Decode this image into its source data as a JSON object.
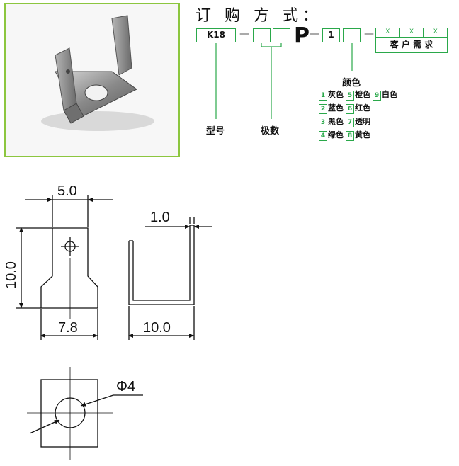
{
  "order": {
    "title": "订 购 方 式：",
    "model_code": "K18",
    "poles_label": "极数",
    "model_label": "型号",
    "p_letter": "P",
    "color_code": "1",
    "color_heading": "颜色",
    "customer_marks": [
      "X",
      "X",
      "X"
    ],
    "customer_label": "客 户 需 求",
    "colors": [
      {
        "n": "1",
        "name": "灰色"
      },
      {
        "n": "2",
        "name": "蓝色"
      },
      {
        "n": "3",
        "name": "黑色"
      },
      {
        "n": "4",
        "name": "绿色"
      },
      {
        "n": "5",
        "name": "橙色"
      },
      {
        "n": "6",
        "name": "红色"
      },
      {
        "n": "7",
        "name": "透明"
      },
      {
        "n": "8",
        "name": "黄色"
      },
      {
        "n": "9",
        "name": "白色"
      }
    ]
  },
  "dimensions": {
    "top_width": "5.0",
    "height": "10.0",
    "base_width": "7.8",
    "thickness": "1.0",
    "side_width": "10.0",
    "hole": "Φ4"
  },
  "colors": {
    "frame_green": "#8cc63f",
    "box_green": "#2aa84a"
  }
}
